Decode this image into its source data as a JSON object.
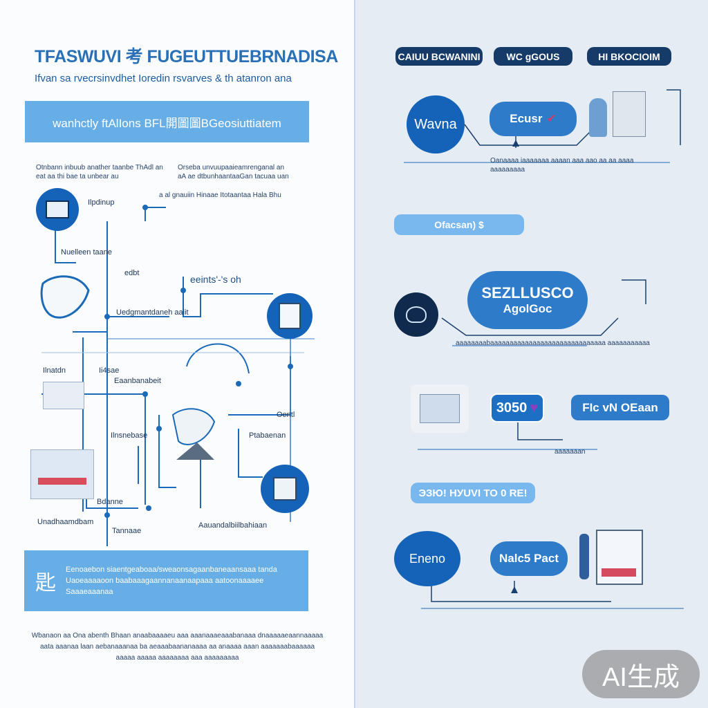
{
  "left": {
    "title": "TFASWUVI 考 FUGEUTTUEBRNADISA",
    "subtitle": "Ifvan sa rvecrsinvdhet Ioredin rsvarves & th atanron ana",
    "banner": "wanhctly ftAlIons BFL開圖圖BGeosiuttiatem",
    "intro_left": "Otnbann inbuub anather taanbe ThAdl an eat aa thi bae ta unbear au",
    "intro_right": "Orseba unvuupaaieamrenganal an",
    "intro_right2": "aA ae dtbunhaantaaGan tacuaa uan",
    "intro_right3": "a al gnauiin Hinaae Itotaantaa Hala Bhu",
    "nodes": {
      "n1": "Ilpdinup",
      "n2": "Nuelleen taane",
      "n3": "edbt",
      "n4": "eeints'-'s oh",
      "n5": "Uedgmantdaneh aaiit",
      "n6": "Ilnatdn",
      "n7": "Ii4sae",
      "n8": "Eaanbanabeit",
      "n9": "Ilnsnebase",
      "n10": "Oentl",
      "n11": "Ptabaenan",
      "n12": "Bdanne",
      "n13": "Unadhaamdbam",
      "n14": "Tannaae",
      "n15": "Aauandalbiilbahiaan"
    },
    "info_box": "Eenoaebon siaentgeaboaa/sweaonsagaanbaneaansaaa tanda Uaoeaaaaoon baabaaagaannanaanaapaaa aatoonaaaaee Saaaeaaanaa",
    "footer": "Wbanaon aa Ona abenth Bhaan anaabaaaaeu aaa aaanaaaeaaabanaaa dnaaaaaeaannaaaaa aata aaanaa laan aebanaaanaa ba aeaaabaananaaaa aa anaaaa aaan aaaaaaabaaaaaa aaaaa aaaaa aaaaaaaa aaa aaaaaaaaa"
  },
  "right": {
    "tabs": [
      "CAIUU BCWANINI",
      "WC gGOUS",
      "HI BKOCIOIM"
    ],
    "row1": {
      "circle": "Wavna",
      "pill": "Ecusr",
      "caption": "Oanaaaa iaaaaaaa aaaan aaa aao aa aa aaaa aaaaaaaaa"
    },
    "section": "Ofacsan) $",
    "row2": {
      "pill_line1": "SEZLLUSCO",
      "pill_line2": "AgolGoc",
      "caption": "aaaaaaaabaaaaaaaaaaaaaaaaaaaaaaaaaaaaaa aaaaaaaaaaa"
    },
    "row3": {
      "value": "3050",
      "pill": "FIc vN OEaan",
      "caption": "aaaaaaan"
    },
    "cta": "ЭЗЮ! НУUVI TO 0 RE!",
    "row4": {
      "circle": "Eneno",
      "pill": "Nalc5 Pact"
    }
  },
  "watermark": "AI生成",
  "colors": {
    "primary": "#1463b8",
    "light": "#66aee5",
    "navy": "#173b68",
    "background": "#e6ecf3"
  }
}
